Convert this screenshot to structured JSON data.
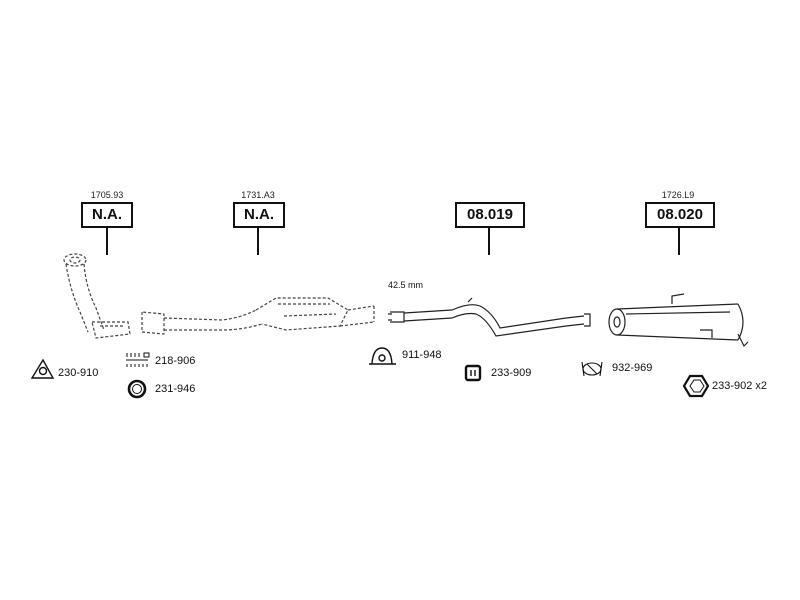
{
  "sections": [
    {
      "ref": "1705.93",
      "code": "N.A."
    },
    {
      "ref": "1731.A3",
      "code": "N.A."
    },
    {
      "ref": "",
      "code": "08.019"
    },
    {
      "ref": "1726.L9",
      "code": "08.020"
    }
  ],
  "dimension": "42.5 mm",
  "parts": [
    {
      "label": "230-910",
      "icon": "gasket-triangle-icon"
    },
    {
      "label": "218-906",
      "icon": "bolt-kit-icon"
    },
    {
      "label": "231-946",
      "icon": "sealing-ring-icon"
    },
    {
      "label": "911-948",
      "icon": "pipe-clamp-icon"
    },
    {
      "label": "233-909",
      "icon": "rubber-mount-icon"
    },
    {
      "label": "932-969",
      "icon": "clamp-bracket-icon"
    },
    {
      "label": "233-902 x2",
      "icon": "hex-nut-icon"
    }
  ]
}
